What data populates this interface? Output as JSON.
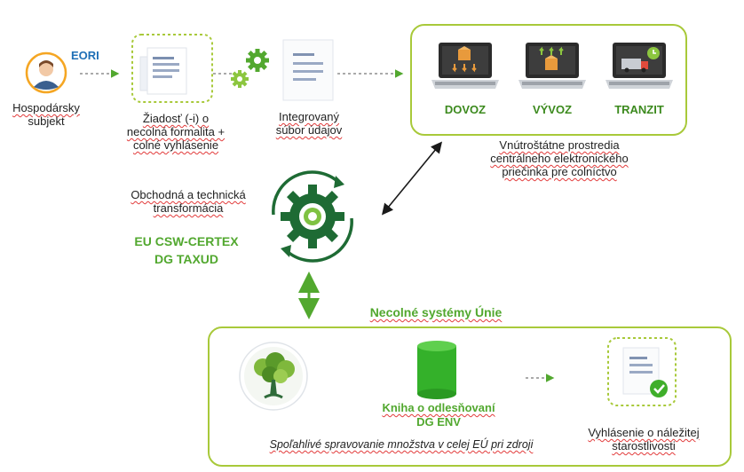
{
  "colors": {
    "primary_green": "#52a82f",
    "dark_green": "#1e6b34",
    "panel_border": "#a8c93a",
    "eori_blue": "#1f6fb6",
    "spell_underline": "#e23b3b"
  },
  "flow": {
    "trader_label": "Hospodársky subjekt",
    "trader_label_line1": "Hospodársky",
    "trader_label_line2": "subjekt",
    "eori": "EORI",
    "request_line1": "Žiadosť (-i) o",
    "request_line2": "necolná formalita +",
    "request_line3": "colné vyhlásenie",
    "integrated_line1": "Integrovaný",
    "integrated_line2": "súbor údajov"
  },
  "national": {
    "tiles": [
      "DOVOZ",
      "VÝVOZ",
      "TRANZIT"
    ],
    "caption_line1": "Vnútroštátne prostredia",
    "caption_line2": "centrálneho elektronického",
    "caption_line3": "priečinka pre colníctvo"
  },
  "hub": {
    "caption_line1": "Obchodná a technická",
    "caption_line2": "transformácia",
    "name_line1": "EU CSW-CERTEX",
    "name_line2": "DG TAXUD"
  },
  "union_systems": {
    "heading": "Necolné systémy Únie",
    "db_label_line1": "Kniha o odlesňovaní",
    "db_label_line2": "DG ENV",
    "footnote": "Spoľahlivé spravovanie množstva v celej EÚ pri zdroji",
    "due_diligence_line1": "Vyhlásenie o náležitej",
    "due_diligence_line2": "starostlivosti"
  },
  "icons": {
    "trader": "person-avatar-icon",
    "request": "documents-icon",
    "gears": "gears-icon",
    "integrated": "document-icon",
    "import": "laptop-boxes-down-icon",
    "export": "laptop-boxes-up-icon",
    "transit": "laptop-truck-clock-icon",
    "hub": "cycle-gear-icon",
    "tree": "tree-icon",
    "database": "database-icon",
    "due_diligence": "document-check-icon"
  }
}
